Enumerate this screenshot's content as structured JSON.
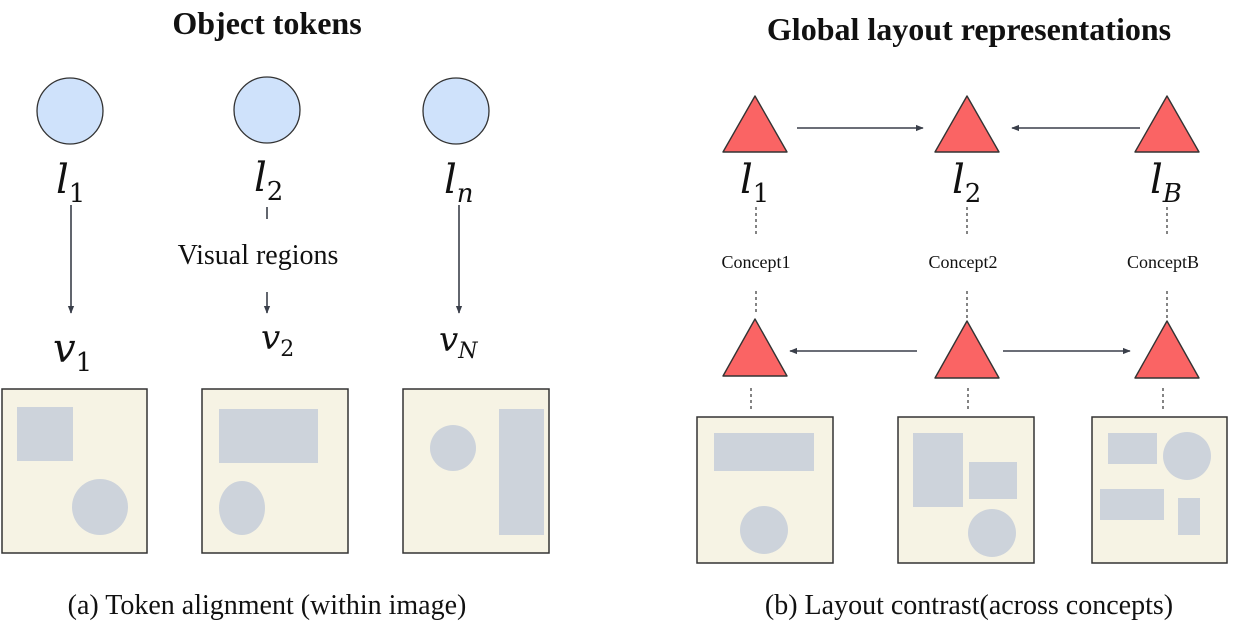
{
  "colors": {
    "token_fill": "#cfe2fb",
    "layout_node_fill": "#fa6464",
    "image_background": "#f6f3e4",
    "region_fill": "#cdd3db",
    "arrow": "#3a3f4a"
  },
  "left_panel": {
    "title": "Object tokens",
    "caption": "(a) Token alignment (within image)",
    "middle_label": "Visual regions",
    "tokens": [
      {
        "base": "l",
        "sub": "1"
      },
      {
        "base": "l",
        "sub": "2"
      },
      {
        "base": "l",
        "sub": "n"
      }
    ],
    "regions": [
      {
        "base": "v",
        "sub": "1"
      },
      {
        "base": "v",
        "sub": "2"
      },
      {
        "base": "v",
        "sub": "N"
      }
    ]
  },
  "right_panel": {
    "title": "Global layout representations",
    "caption": "(b) Layout contrast(across concepts)",
    "layouts": [
      {
        "base": "l",
        "sub": "1",
        "concept": "Concept1"
      },
      {
        "base": "l",
        "sub": "2",
        "concept": "Concept2"
      },
      {
        "base": "l",
        "sub": "B",
        "concept": "ConceptB"
      }
    ]
  }
}
